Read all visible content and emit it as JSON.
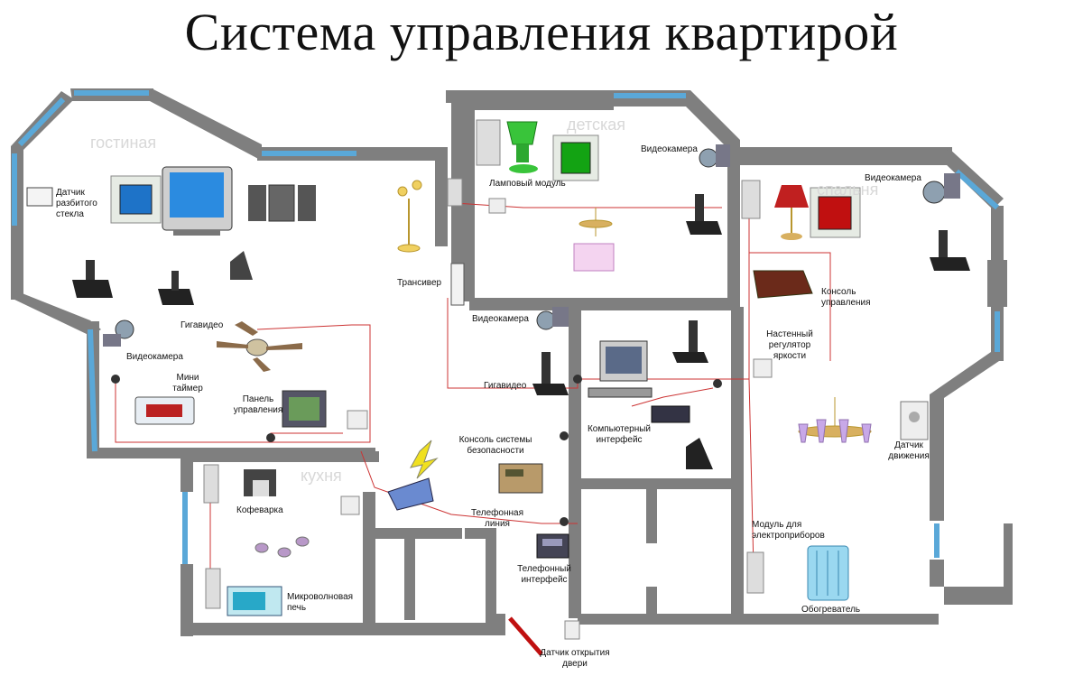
{
  "title": "Система управления квартирой",
  "rooms": {
    "living": "гостиная",
    "kids": "детская",
    "bedroom": "спальня",
    "kitchen": "кухня"
  },
  "labels": {
    "glass_sensor": "Датчик разбитого стекла",
    "gigavideo_living": "Гигавидео",
    "camera_living": "Видеокамера",
    "mini_timer": "Мини таймер",
    "control_panel": "Панель управления",
    "transceiver": "Трансивер",
    "lamp_module": "Ламповый модуль",
    "camera_kids": "Видеокамера",
    "camera_bedroom": "Видеокамера",
    "control_console": "Консоль управления",
    "camera_center": "Видеокамера",
    "gigavideo_center": "Гигавидео",
    "dimmer": "Настенный регулятор яркости",
    "computer_interface": "Компьютерный интерфейс",
    "security_console": "Консоль системы безопасности",
    "phone_line": "Телефонная линия",
    "phone_interface": "Телефонный интерфейс",
    "motion_sensor": "Датчик движения",
    "appliance_module": "Модуль для электроприборов",
    "heater": "Обогреватель",
    "coffee_maker": "Кофеварка",
    "microwave": "Микроволновая печь",
    "door_sensor": "Датчик открытия двери"
  },
  "colors": {
    "wall": "#7f7f7f",
    "window": "#5aa8d8",
    "wire": "#cc3333",
    "room_label": "#d8d8d8"
  }
}
